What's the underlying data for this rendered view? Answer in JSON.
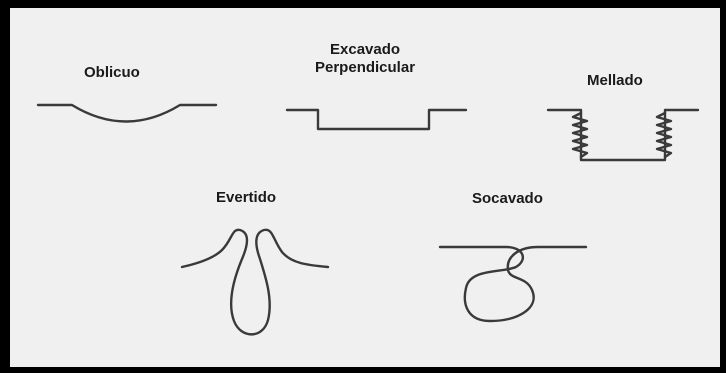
{
  "diagram": {
    "colors": {
      "frame": "#000000",
      "background": "#f0f0f0",
      "stroke": "#3a3a3a",
      "text": "#1a1a1a"
    },
    "items": [
      {
        "id": "oblicuo",
        "label": "Oblicuo"
      },
      {
        "id": "excavado",
        "label_lines": [
          "Excavado",
          "Perpendicular"
        ]
      },
      {
        "id": "mellado",
        "label": "Mellado"
      },
      {
        "id": "evertido",
        "label": "Evertido"
      },
      {
        "id": "socavado",
        "label": "Socavado"
      }
    ]
  }
}
